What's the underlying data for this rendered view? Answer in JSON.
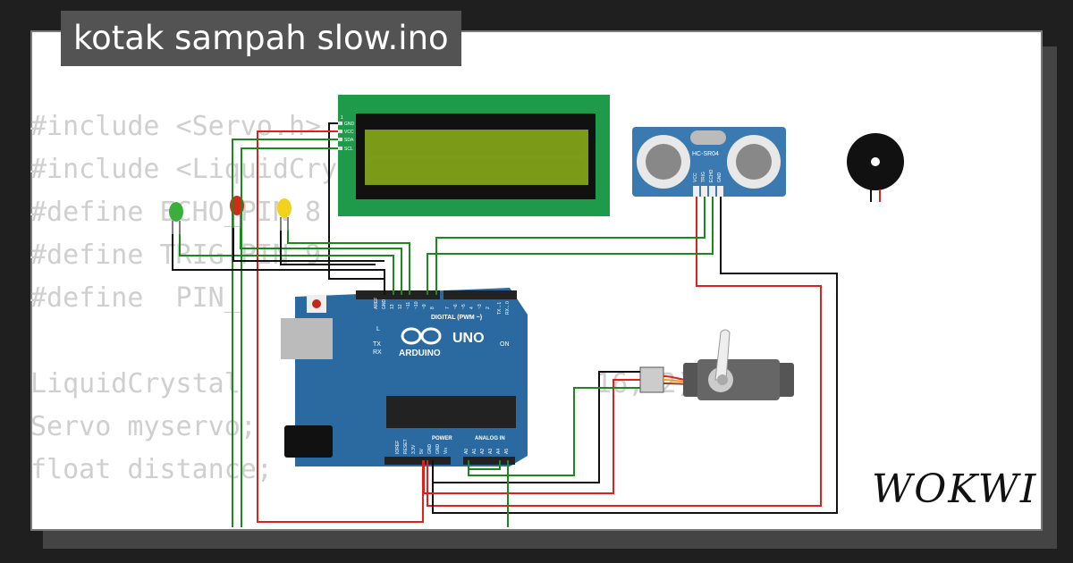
{
  "project": {
    "title": "kotak sampah slow.ino"
  },
  "code_lines": [
    "#include <Servo.h>",
    "#include <LiquidCrystal_I2C.h>",
    "#define ECHO_PIN 8",
    "#define TRIG_PIN 9",
    "#define  PIN_",
    "",
    "LiquidCrystal                      16, 2);",
    "Servo myservo;",
    "float distance;"
  ],
  "brand": {
    "logo_text": "WOKWI"
  },
  "lcd": {
    "pins": [
      "GND",
      "VCC",
      "SDA",
      "SCL"
    ],
    "pin_header": "1"
  },
  "ultrasonic": {
    "model": "HC-SR04",
    "pins": [
      "VCC",
      "TRIG",
      "ECHO",
      "GND"
    ]
  },
  "arduino": {
    "logo_text": "UNO",
    "brand_text": "ARDUINO",
    "digital_label": "DIGITAL (PWM ~)",
    "power_label": "POWER",
    "analog_label": "ANALOG IN",
    "on_label": "ON",
    "l_label": "L",
    "tx_label": "TX",
    "rx_label": "RX",
    "top_pins": [
      "AREF",
      "GND",
      "13",
      "12",
      "~11",
      "~10",
      "~9",
      "8",
      "7",
      "~6",
      "~5",
      "4",
      "~3",
      "2",
      "TX→1",
      "RX←0"
    ],
    "power_pins": [
      "IOREF",
      "RESET",
      "3.3V",
      "5V",
      "GND",
      "GND",
      "Vin"
    ],
    "analog_pins": [
      "A0",
      "A1",
      "A2",
      "A3",
      "A4",
      "A5"
    ]
  },
  "colors": {
    "wire_red": "#e0201a",
    "wire_green": "#1a8a1a",
    "wire_black": "#111111",
    "board_blue": "#2b6aa0",
    "lcd_green": "#1f9a4a",
    "lcd_screen": "#7a9a18",
    "sensor_blue": "#3a7ab0"
  }
}
